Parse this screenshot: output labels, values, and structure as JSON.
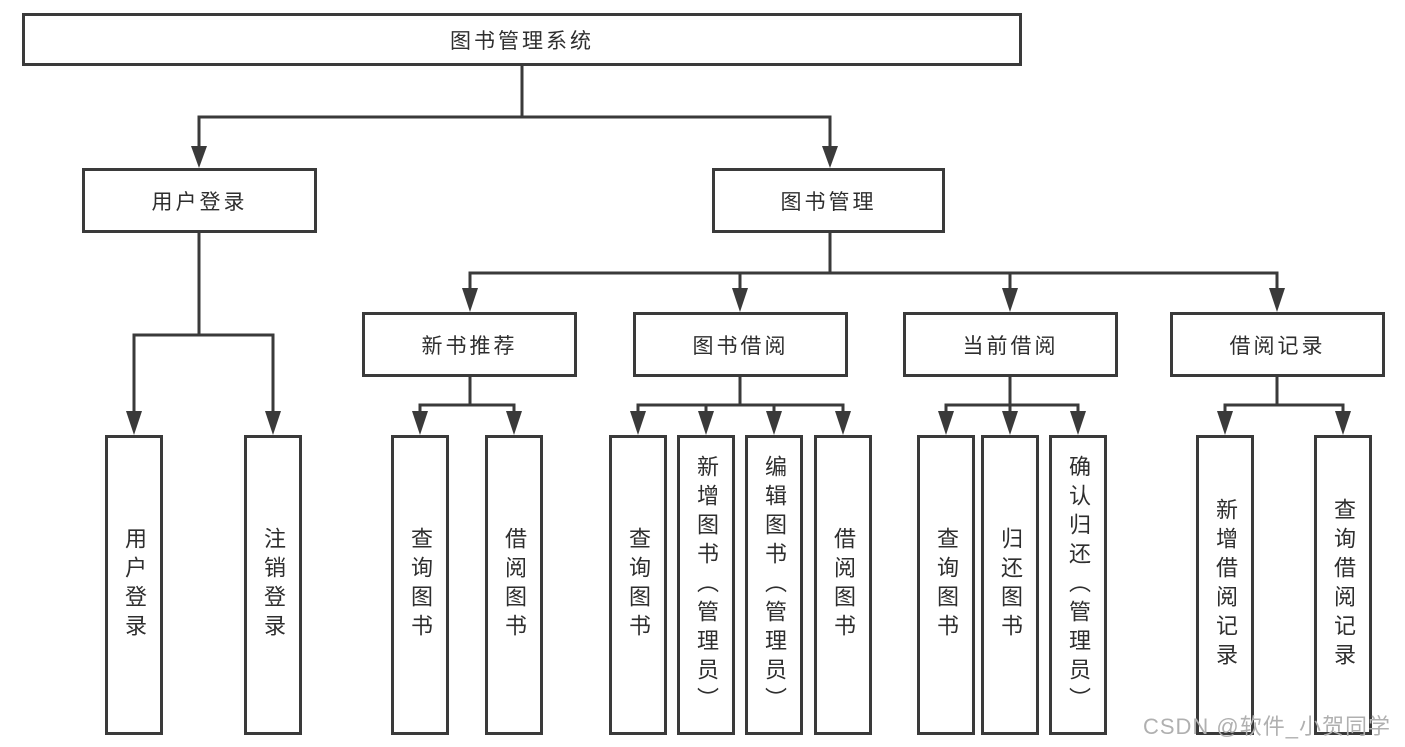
{
  "diagram": {
    "root": {
      "label": "图书管理系统"
    },
    "user": {
      "label": "用户登录",
      "children": [
        {
          "label": "用户登录"
        },
        {
          "label": "注销登录"
        }
      ]
    },
    "books": {
      "label": "图书管理",
      "sections": [
        {
          "label": "新书推荐",
          "children": [
            {
              "label": "查询图书"
            },
            {
              "label": "借阅图书"
            }
          ]
        },
        {
          "label": "图书借阅",
          "children": [
            {
              "label": "查询图书"
            },
            {
              "label": "新增图书（管理员）"
            },
            {
              "label": "编辑图书（管理员）"
            },
            {
              "label": "借阅图书"
            }
          ]
        },
        {
          "label": "当前借阅",
          "children": [
            {
              "label": "查询图书"
            },
            {
              "label": "归还图书"
            },
            {
              "label": "确认归还（管理员）"
            }
          ]
        },
        {
          "label": "借阅记录",
          "children": [
            {
              "label": "新增借阅记录"
            },
            {
              "label": "查询借阅记录"
            }
          ]
        }
      ]
    }
  },
  "watermark": {
    "text": "CSDN @软件_小贺同学"
  },
  "colors": {
    "line": "#3a3a3a",
    "text": "#2e2e2e",
    "watermark": "#b0b0b0",
    "bg": "#ffffff"
  }
}
